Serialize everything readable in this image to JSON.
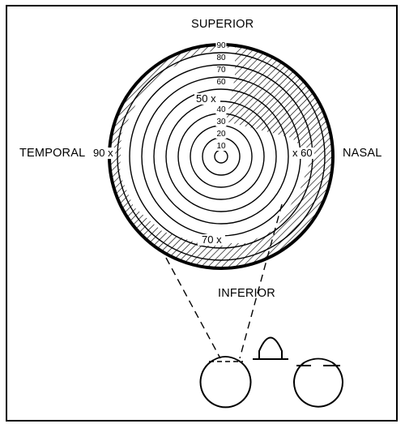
{
  "labels": {
    "superior": "SUPERIOR",
    "inferior": "INFERIOR",
    "temporal": "TEMPORAL",
    "nasal": "NASAL"
  },
  "ring_labels": [
    "10",
    "20",
    "30",
    "40",
    "50",
    "60",
    "70",
    "80",
    "90"
  ],
  "markers": {
    "superior": "50 x",
    "temporal": "90 x",
    "nasal": "x 60",
    "inferior": "70 x"
  },
  "colors": {
    "ink": "#000000",
    "background": "#ffffff"
  }
}
